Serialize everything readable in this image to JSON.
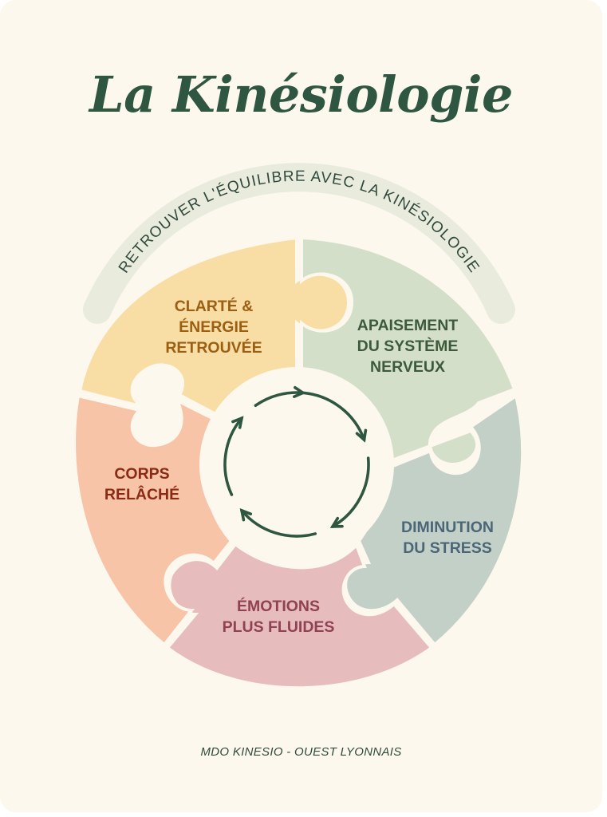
{
  "title": "La Kinésiologie",
  "arc_text": "RETROUVER L'ÉQUILIBRE AVEC LA KINÉSIOLOGIE",
  "segments": [
    {
      "lines": [
        "CLARTÉ &",
        "ÉNERGIE",
        "RETROUVÉE"
      ],
      "fill": "#f8dea5",
      "text_color": "#9a5f12"
    },
    {
      "lines": [
        "APAISEMENT",
        "DU SYSTÈME",
        "NERVEUX"
      ],
      "fill": "#d4dfc9",
      "text_color": "#3c5a3b"
    },
    {
      "lines": [
        "DIMINUTION",
        "DU STRESS"
      ],
      "fill": "#c3d0c8",
      "text_color": "#4b6777"
    },
    {
      "lines": [
        "ÉMOTIONS",
        "PLUS FLUIDES"
      ],
      "fill": "#e6bcbd",
      "text_color": "#8f4352"
    },
    {
      "lines": [
        "CORPS",
        "RELÂCHÉ"
      ],
      "fill": "#f8c4a8",
      "text_color": "#8a2c15"
    }
  ],
  "center_icon": "cycle-arrows-icon",
  "colors": {
    "background": "#fdf8ee",
    "title": "#2f5641",
    "arrows": "#2f5641"
  },
  "footer": "MDO KINESIO - OUEST LYONNAIS"
}
